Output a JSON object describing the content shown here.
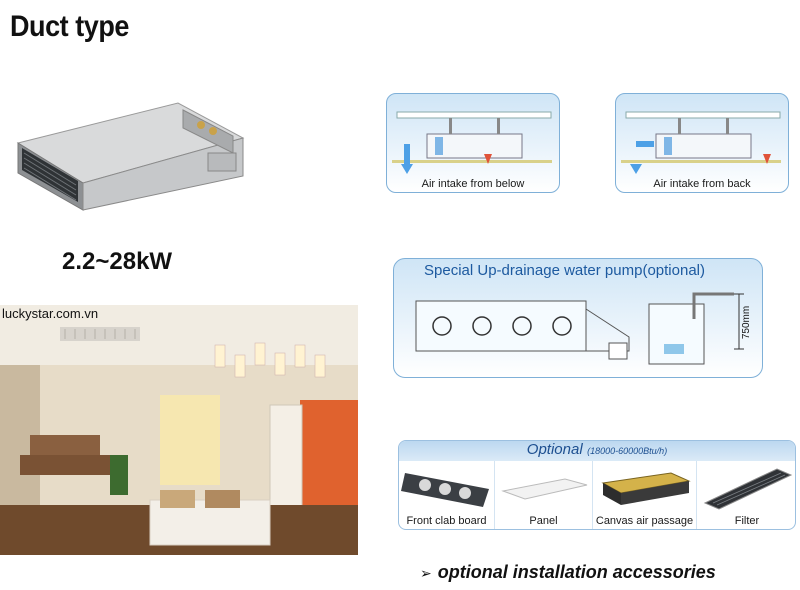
{
  "title": "Duct type",
  "capacity": "2.2~28kW",
  "room_caption": "luckystar.com.vn",
  "intake_panels": {
    "below": "Air intake from below",
    "back": "Air intake from back"
  },
  "pump": {
    "title": "Special Up-drainage water pump(optional)",
    "height_label": "750mm"
  },
  "optional": {
    "heading": "Optional",
    "range": "(18000-60000Btu/h)",
    "items": [
      "Front clab board",
      "Panel",
      "Canvas air passage",
      "Filter"
    ]
  },
  "footer": {
    "arrow": "➢",
    "text": "optional installation accessories"
  },
  "colors": {
    "panel_border": "#7fb0d8",
    "panel_title": "#1d5aa0",
    "optional_heading": "#1d4f90"
  }
}
